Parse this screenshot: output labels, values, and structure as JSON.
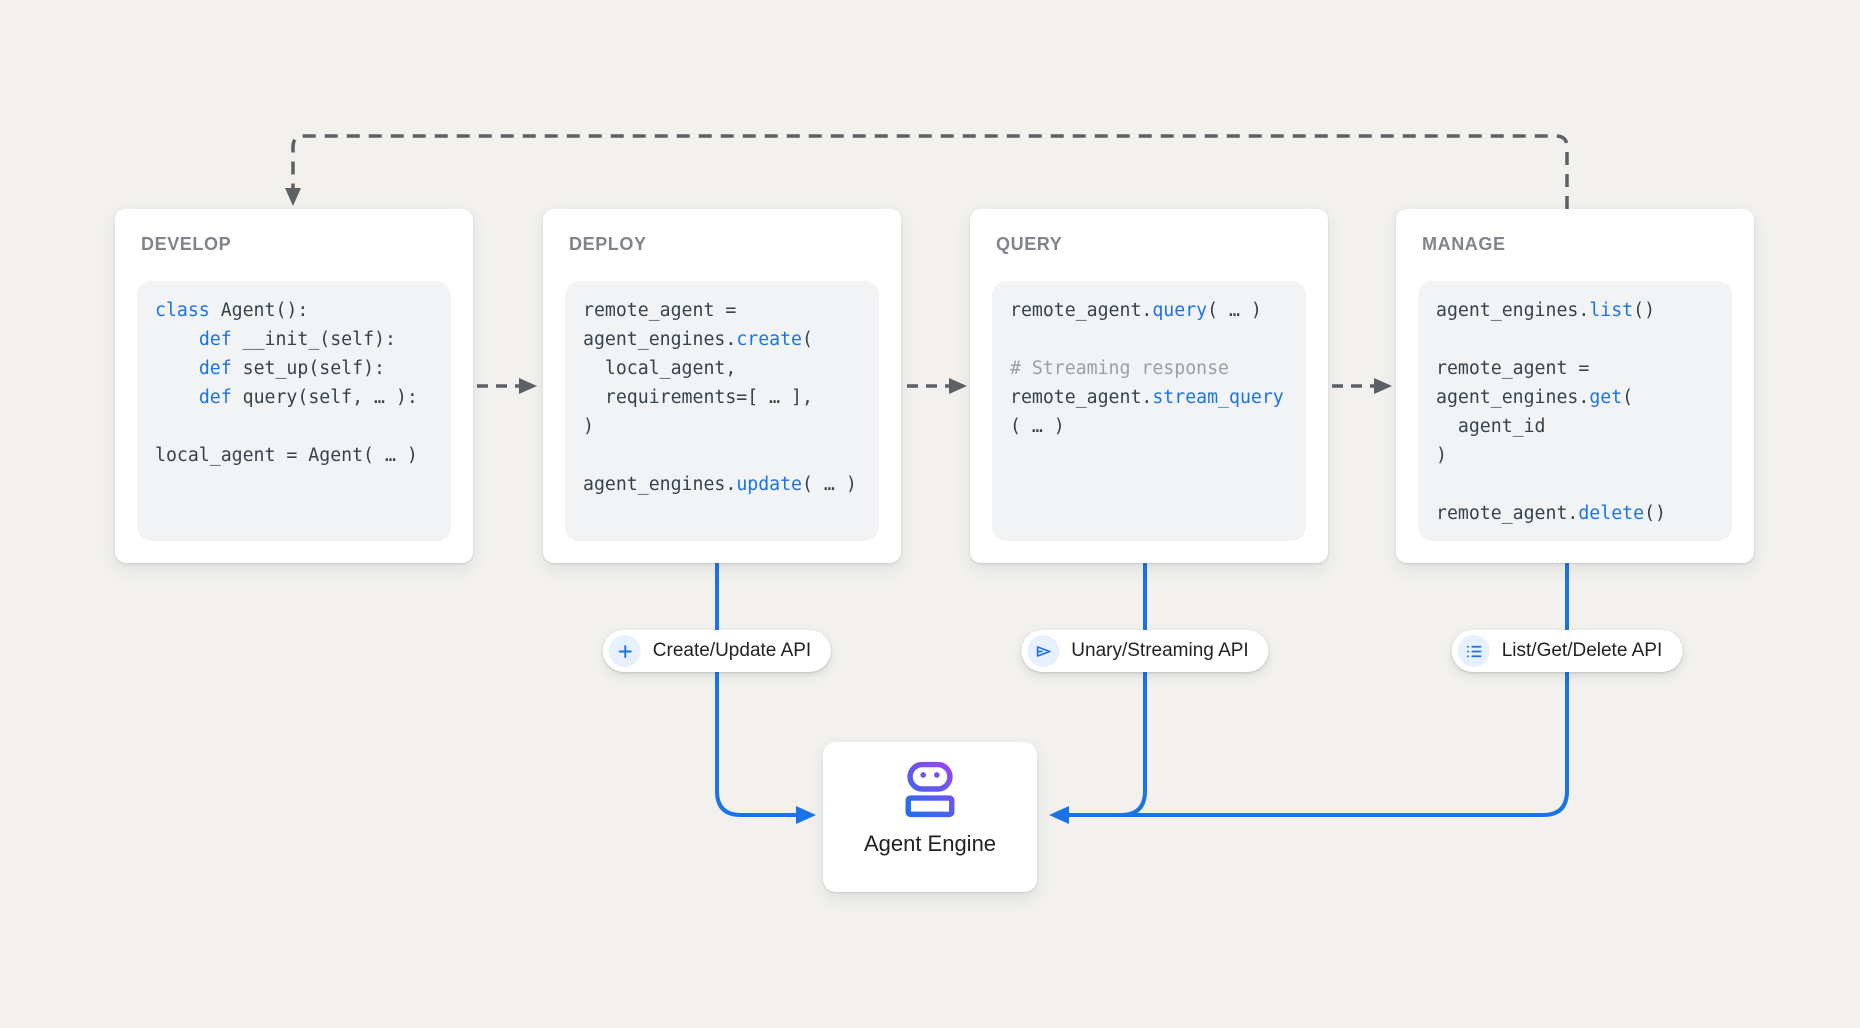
{
  "cards": [
    {
      "title": "DEVELOP",
      "code": [
        [
          {
            "s": "kw",
            "t": "class"
          },
          {
            "s": "",
            "t": " Agent():"
          }
        ],
        [
          {
            "s": "",
            "t": "    "
          },
          {
            "s": "kw",
            "t": "def"
          },
          {
            "s": "",
            "t": " __init_(self):"
          }
        ],
        [
          {
            "s": "",
            "t": "    "
          },
          {
            "s": "kw",
            "t": "def"
          },
          {
            "s": "",
            "t": " set_up(self):"
          }
        ],
        [
          {
            "s": "",
            "t": "    "
          },
          {
            "s": "kw",
            "t": "def"
          },
          {
            "s": "",
            "t": " query(self, … ):"
          }
        ],
        [],
        [
          {
            "s": "",
            "t": "local_agent = Agent( … )"
          }
        ]
      ]
    },
    {
      "title": "DEPLOY",
      "code": [
        [
          {
            "s": "",
            "t": "remote_agent ="
          }
        ],
        [
          {
            "s": "",
            "t": "agent_engines."
          },
          {
            "s": "kw",
            "t": "create"
          },
          {
            "s": "",
            "t": "("
          }
        ],
        [
          {
            "s": "",
            "t": "  local_agent,"
          }
        ],
        [
          {
            "s": "",
            "t": "  requirements=[ … ],"
          }
        ],
        [
          {
            "s": "",
            "t": ")"
          }
        ],
        [],
        [
          {
            "s": "",
            "t": "agent_engines."
          },
          {
            "s": "kw",
            "t": "update"
          },
          {
            "s": "",
            "t": "( … )"
          }
        ]
      ]
    },
    {
      "title": "QUERY",
      "code": [
        [
          {
            "s": "",
            "t": "remote_agent."
          },
          {
            "s": "kw",
            "t": "query"
          },
          {
            "s": "",
            "t": "( … )"
          }
        ],
        [],
        [
          {
            "s": "cm",
            "t": "# Streaming response"
          }
        ],
        [
          {
            "s": "",
            "t": "remote_agent."
          },
          {
            "s": "kw",
            "t": "stream_query"
          }
        ],
        [
          {
            "s": "",
            "t": "( … )"
          }
        ]
      ]
    },
    {
      "title": "MANAGE",
      "code": [
        [
          {
            "s": "",
            "t": "agent_engines."
          },
          {
            "s": "kw",
            "t": "list"
          },
          {
            "s": "",
            "t": "()"
          }
        ],
        [],
        [
          {
            "s": "",
            "t": "remote_agent ="
          }
        ],
        [
          {
            "s": "",
            "t": "agent_engines."
          },
          {
            "s": "kw",
            "t": "get"
          },
          {
            "s": "",
            "t": "("
          }
        ],
        [
          {
            "s": "",
            "t": "  agent_id"
          }
        ],
        [
          {
            "s": "",
            "t": ")"
          }
        ],
        [],
        [
          {
            "s": "",
            "t": "remote_agent."
          },
          {
            "s": "kw",
            "t": "delete"
          },
          {
            "s": "",
            "t": "()"
          }
        ]
      ]
    }
  ],
  "pills": [
    {
      "label": "Create/Update API",
      "icon": "plus-icon"
    },
    {
      "label": "Unary/Streaming API",
      "icon": "send-icon"
    },
    {
      "label": "List/Get/Delete API",
      "icon": "list-icon"
    }
  ],
  "engine": {
    "label": "Agent Engine",
    "icon": "robot-icon"
  },
  "colors": {
    "background": "#f2f1ee",
    "connector_blue": "#1a73e8",
    "connector_gray": "#5c6165",
    "keyword_blue": "#1a73e8",
    "comment_gray": "#9aa0a6",
    "code_text": "#37424d",
    "code_bg": "#f1f3f4",
    "title_gray": "#7f858b",
    "pill_icon_bg": "#e7f0fd",
    "robot_gradient_start": "#a142f4",
    "robot_gradient_end": "#1a73e8"
  }
}
